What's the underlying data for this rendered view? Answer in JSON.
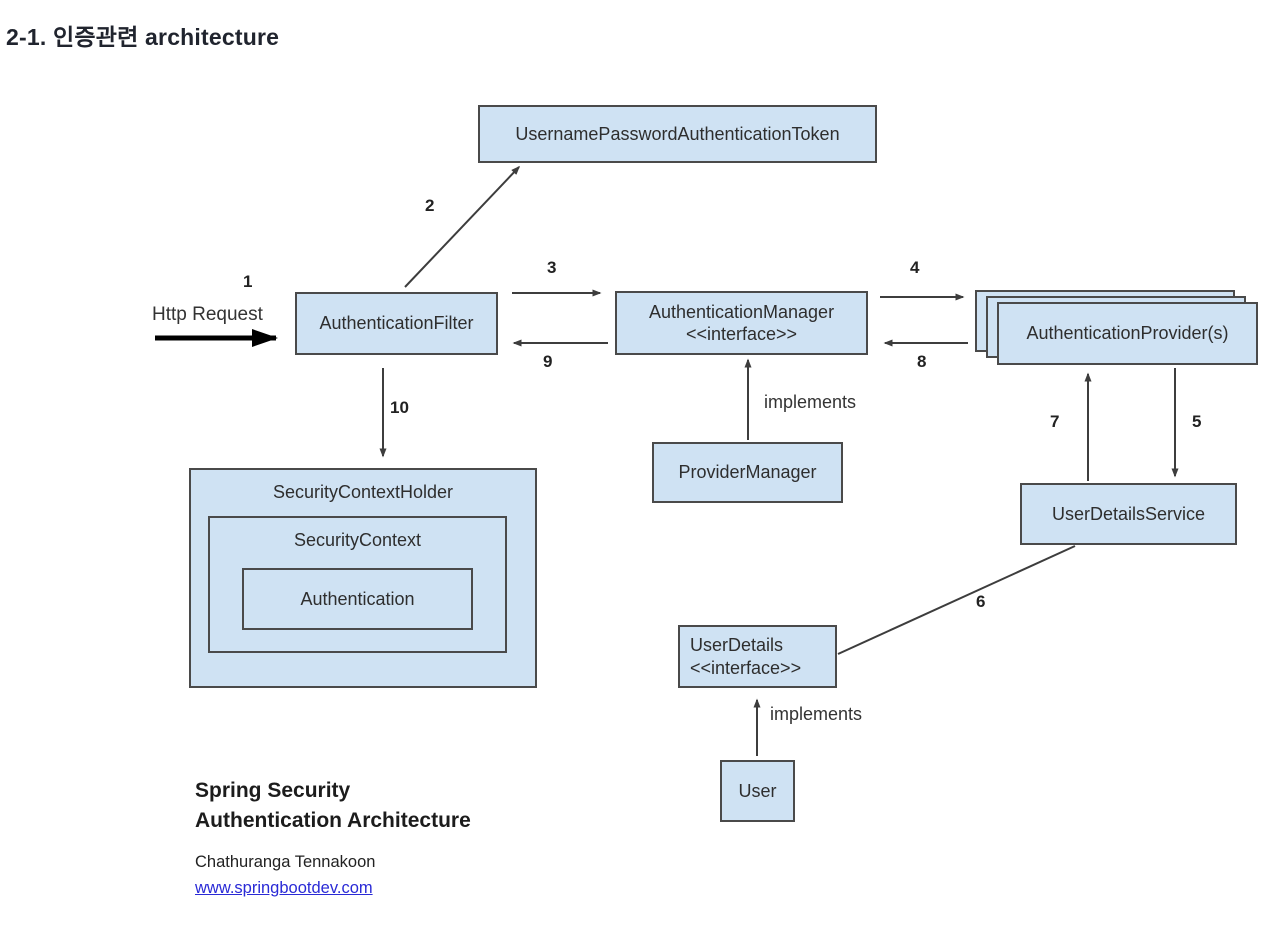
{
  "page": {
    "title": "2-1. 인증관련 architecture"
  },
  "colors": {
    "box_fill": "#cfe2f3",
    "box_border": "#4a4a4a",
    "line": "#3d3d3d",
    "http_arrow": "#000000",
    "link": "#2a2ad6"
  },
  "diagram": {
    "boxes": {
      "token": {
        "label": "UsernamePasswordAuthenticationToken"
      },
      "auth_filter": {
        "label": "AuthenticationFilter"
      },
      "auth_manager": {
        "line1": "AuthenticationManager",
        "line2": "<<interface>>"
      },
      "providers": {
        "label": "AuthenticationProvider(s)"
      },
      "provider_manager": {
        "label": "ProviderManager"
      },
      "security_context_holder": {
        "label": "SecurityContextHolder"
      },
      "security_context": {
        "label": "SecurityContext"
      },
      "authentication": {
        "label": "Authentication"
      },
      "user_details_service": {
        "label": "UserDetailsService"
      },
      "user_details": {
        "line1": "UserDetails",
        "line2": "<<interface>>"
      },
      "user": {
        "label": "User"
      }
    },
    "edge_labels": {
      "n1": "1",
      "n2": "2",
      "n3": "3",
      "n4": "4",
      "n5": "5",
      "n6": "6",
      "n7": "7",
      "n8": "8",
      "n9": "9",
      "n10": "10",
      "http_request": "Http Request",
      "implements_manager": "implements",
      "implements_user": "implements"
    }
  },
  "footer": {
    "title_line1": "Spring Security",
    "title_line2": "Authentication Architecture",
    "author": "Chathuranga Tennakoon",
    "link": "www.springbootdev.com"
  }
}
